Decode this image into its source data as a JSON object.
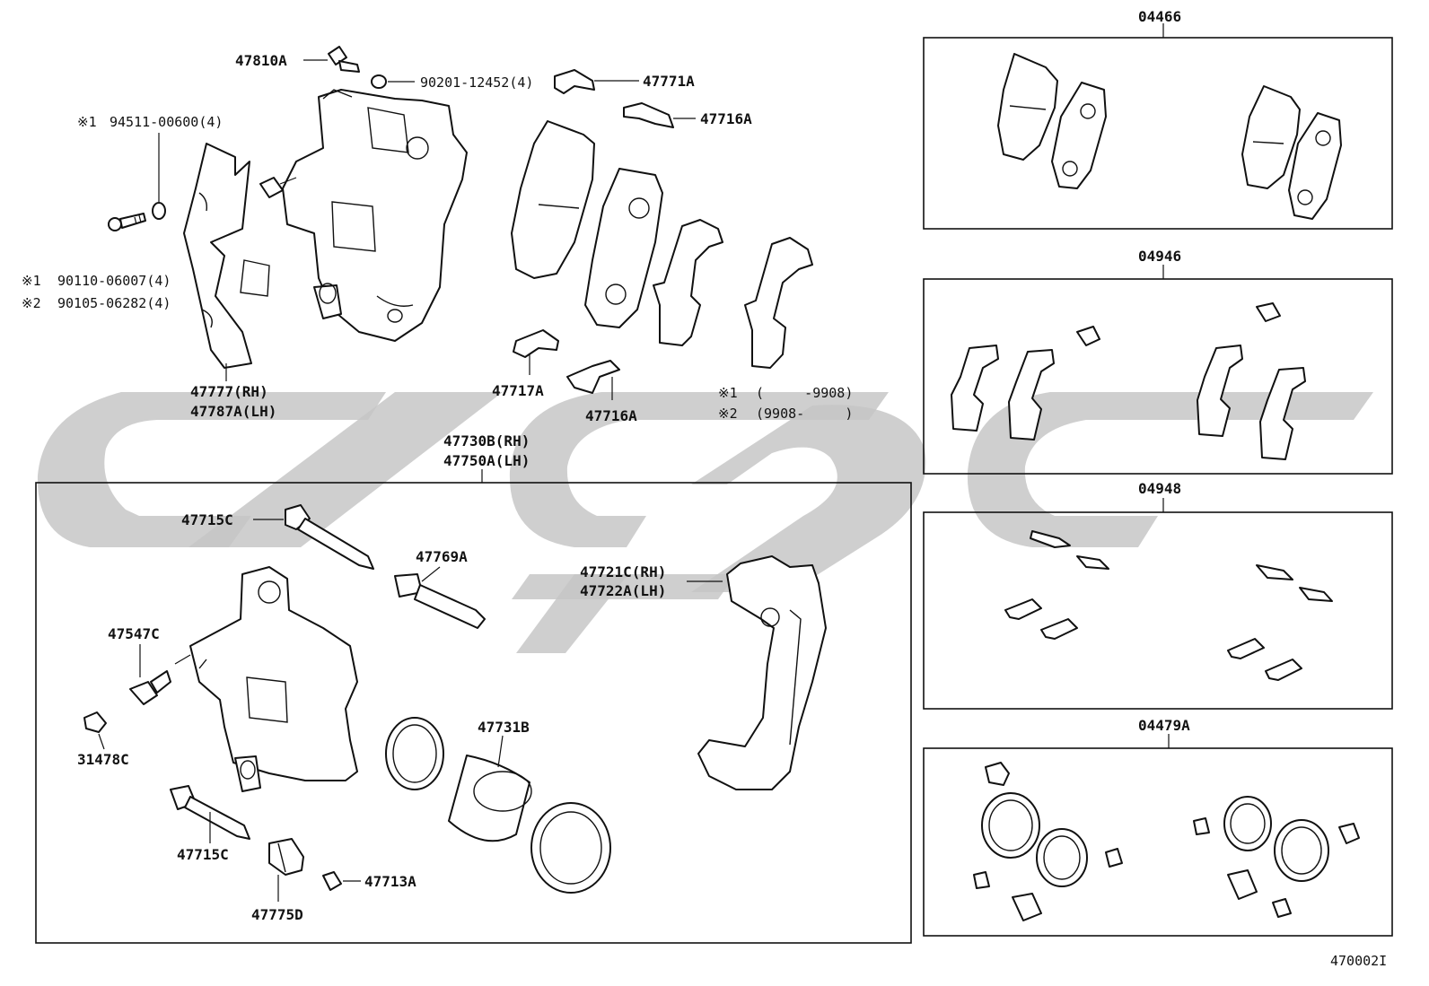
{
  "figure_id": "470002I",
  "watermark": {
    "color": "#c4c4c4"
  },
  "labels": {
    "l_47810A": "47810A",
    "l_90201": "90201-12452(4)",
    "l_47771A": "47771A",
    "l_47716A_top": "47716A",
    "l_94511": "94511-00600(4)",
    "l_94511_mark": "※1",
    "l_90110_mark": "※1",
    "l_90110": "90110-06007(4)",
    "l_90105_mark": "※2",
    "l_90105": "90105-06282(4)",
    "l_47777": "47777(RH)",
    "l_47787A": "47787A(LH)",
    "l_47717A": "47717A",
    "l_47716A_bot": "47716A",
    "l_note1_mark": "※1",
    "l_note1": "(     -9908)",
    "l_note2_mark": "※2",
    "l_note2": "(9908-     )",
    "l_47730B": "47730B(RH)",
    "l_47750A": "47750A(LH)",
    "l_47715C_top": "47715C",
    "l_47769A": "47769A",
    "l_47721C": "47721C(RH)",
    "l_47722A": "47722A(LH)",
    "l_47547C": "47547C",
    "l_31478C": "31478C",
    "l_47731B": "47731B",
    "l_47715C_bot": "47715C",
    "l_47713A": "47713A",
    "l_47775D": "47775D"
  },
  "kits": [
    {
      "number": "04466"
    },
    {
      "number": "04946"
    },
    {
      "number": "04948"
    },
    {
      "number": "04479A"
    }
  ]
}
